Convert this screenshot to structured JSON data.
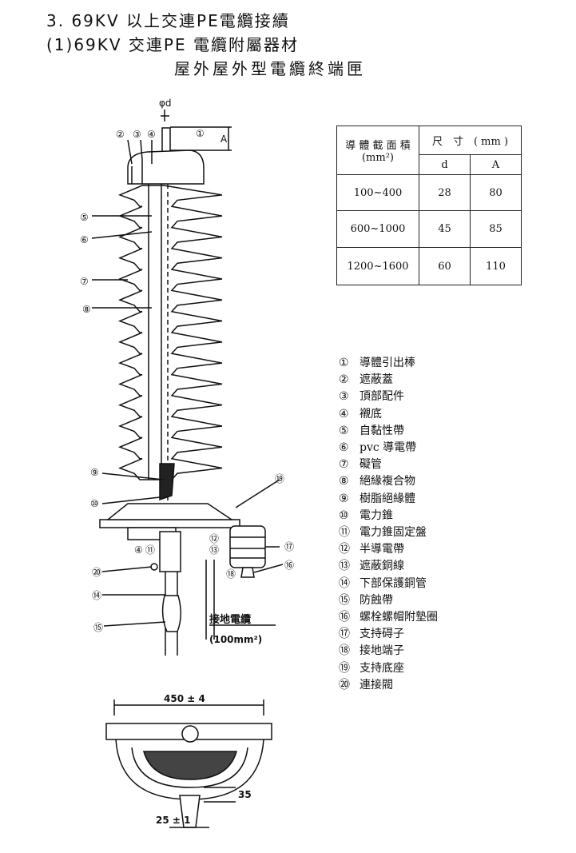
{
  "header": {
    "line1": "3. 69KV 以上交連PE電纜接續",
    "line2": "(1)69KV 交連PE 電纜附屬器材",
    "line3": "屋外屋外型電纜終端匣"
  },
  "spec_table": {
    "header_left_line1": "導 體 截 面 積",
    "header_left_line2": "(mm²)",
    "header_dim": "尺　寸　( mm )",
    "col_d": "d",
    "col_a": "A",
    "rows": [
      {
        "area": "100~400",
        "d": "28",
        "a": "80"
      },
      {
        "area": "600~1000",
        "d": "45",
        "a": "85"
      },
      {
        "area": "1200~1600",
        "d": "60",
        "a": "110"
      }
    ]
  },
  "legend": [
    {
      "num": "①",
      "text": "導體引出棒"
    },
    {
      "num": "②",
      "text": "遮蔽蓋"
    },
    {
      "num": "③",
      "text": "頂部配件"
    },
    {
      "num": "④",
      "text": "襯底"
    },
    {
      "num": "⑤",
      "text": "自黏性帶"
    },
    {
      "num": "⑥",
      "text": "pvc 導電帶"
    },
    {
      "num": "⑦",
      "text": "礙管"
    },
    {
      "num": "⑧",
      "text": "絕緣複合物"
    },
    {
      "num": "⑨",
      "text": "樹脂絕緣體"
    },
    {
      "num": "⑩",
      "text": "電力錐"
    },
    {
      "num": "⑪",
      "text": "電力錐固定盤"
    },
    {
      "num": "⑫",
      "text": "半導電帶"
    },
    {
      "num": "⑬",
      "text": "遮蔽銅線"
    },
    {
      "num": "⑭",
      "text": "下部保護銅管"
    },
    {
      "num": "⑮",
      "text": "防蝕帶"
    },
    {
      "num": "⑯",
      "text": "螺栓螺帽附墊圈"
    },
    {
      "num": "⑰",
      "text": "支持碍子"
    },
    {
      "num": "⑱",
      "text": "接地端子"
    },
    {
      "num": "⑲",
      "text": "支持底座"
    },
    {
      "num": "⑳",
      "text": "連接閥"
    }
  ],
  "drawing": {
    "phi_d": "φd",
    "dim_a": "A",
    "ground_cable": "接地電纜",
    "ground_cable_size": "(100mm²)",
    "base_width": "450 ± 4",
    "base_dim_35": "35",
    "base_dim_25": "25 ± 1",
    "callouts": {
      "c1": "①",
      "c2": "②",
      "c3": "③",
      "c4": "④",
      "c5": "⑤",
      "c6": "⑥",
      "c7": "⑦",
      "c8": "⑧",
      "c9": "⑨",
      "c10": "⑩",
      "c4b": "④",
      "c11": "⑪",
      "c12": "⑫",
      "c13": "⑬",
      "c14": "⑭",
      "c15": "⑮",
      "c16": "⑯",
      "c17": "⑰",
      "c18": "⑱",
      "c19": "⑲",
      "c20": "⑳"
    }
  }
}
